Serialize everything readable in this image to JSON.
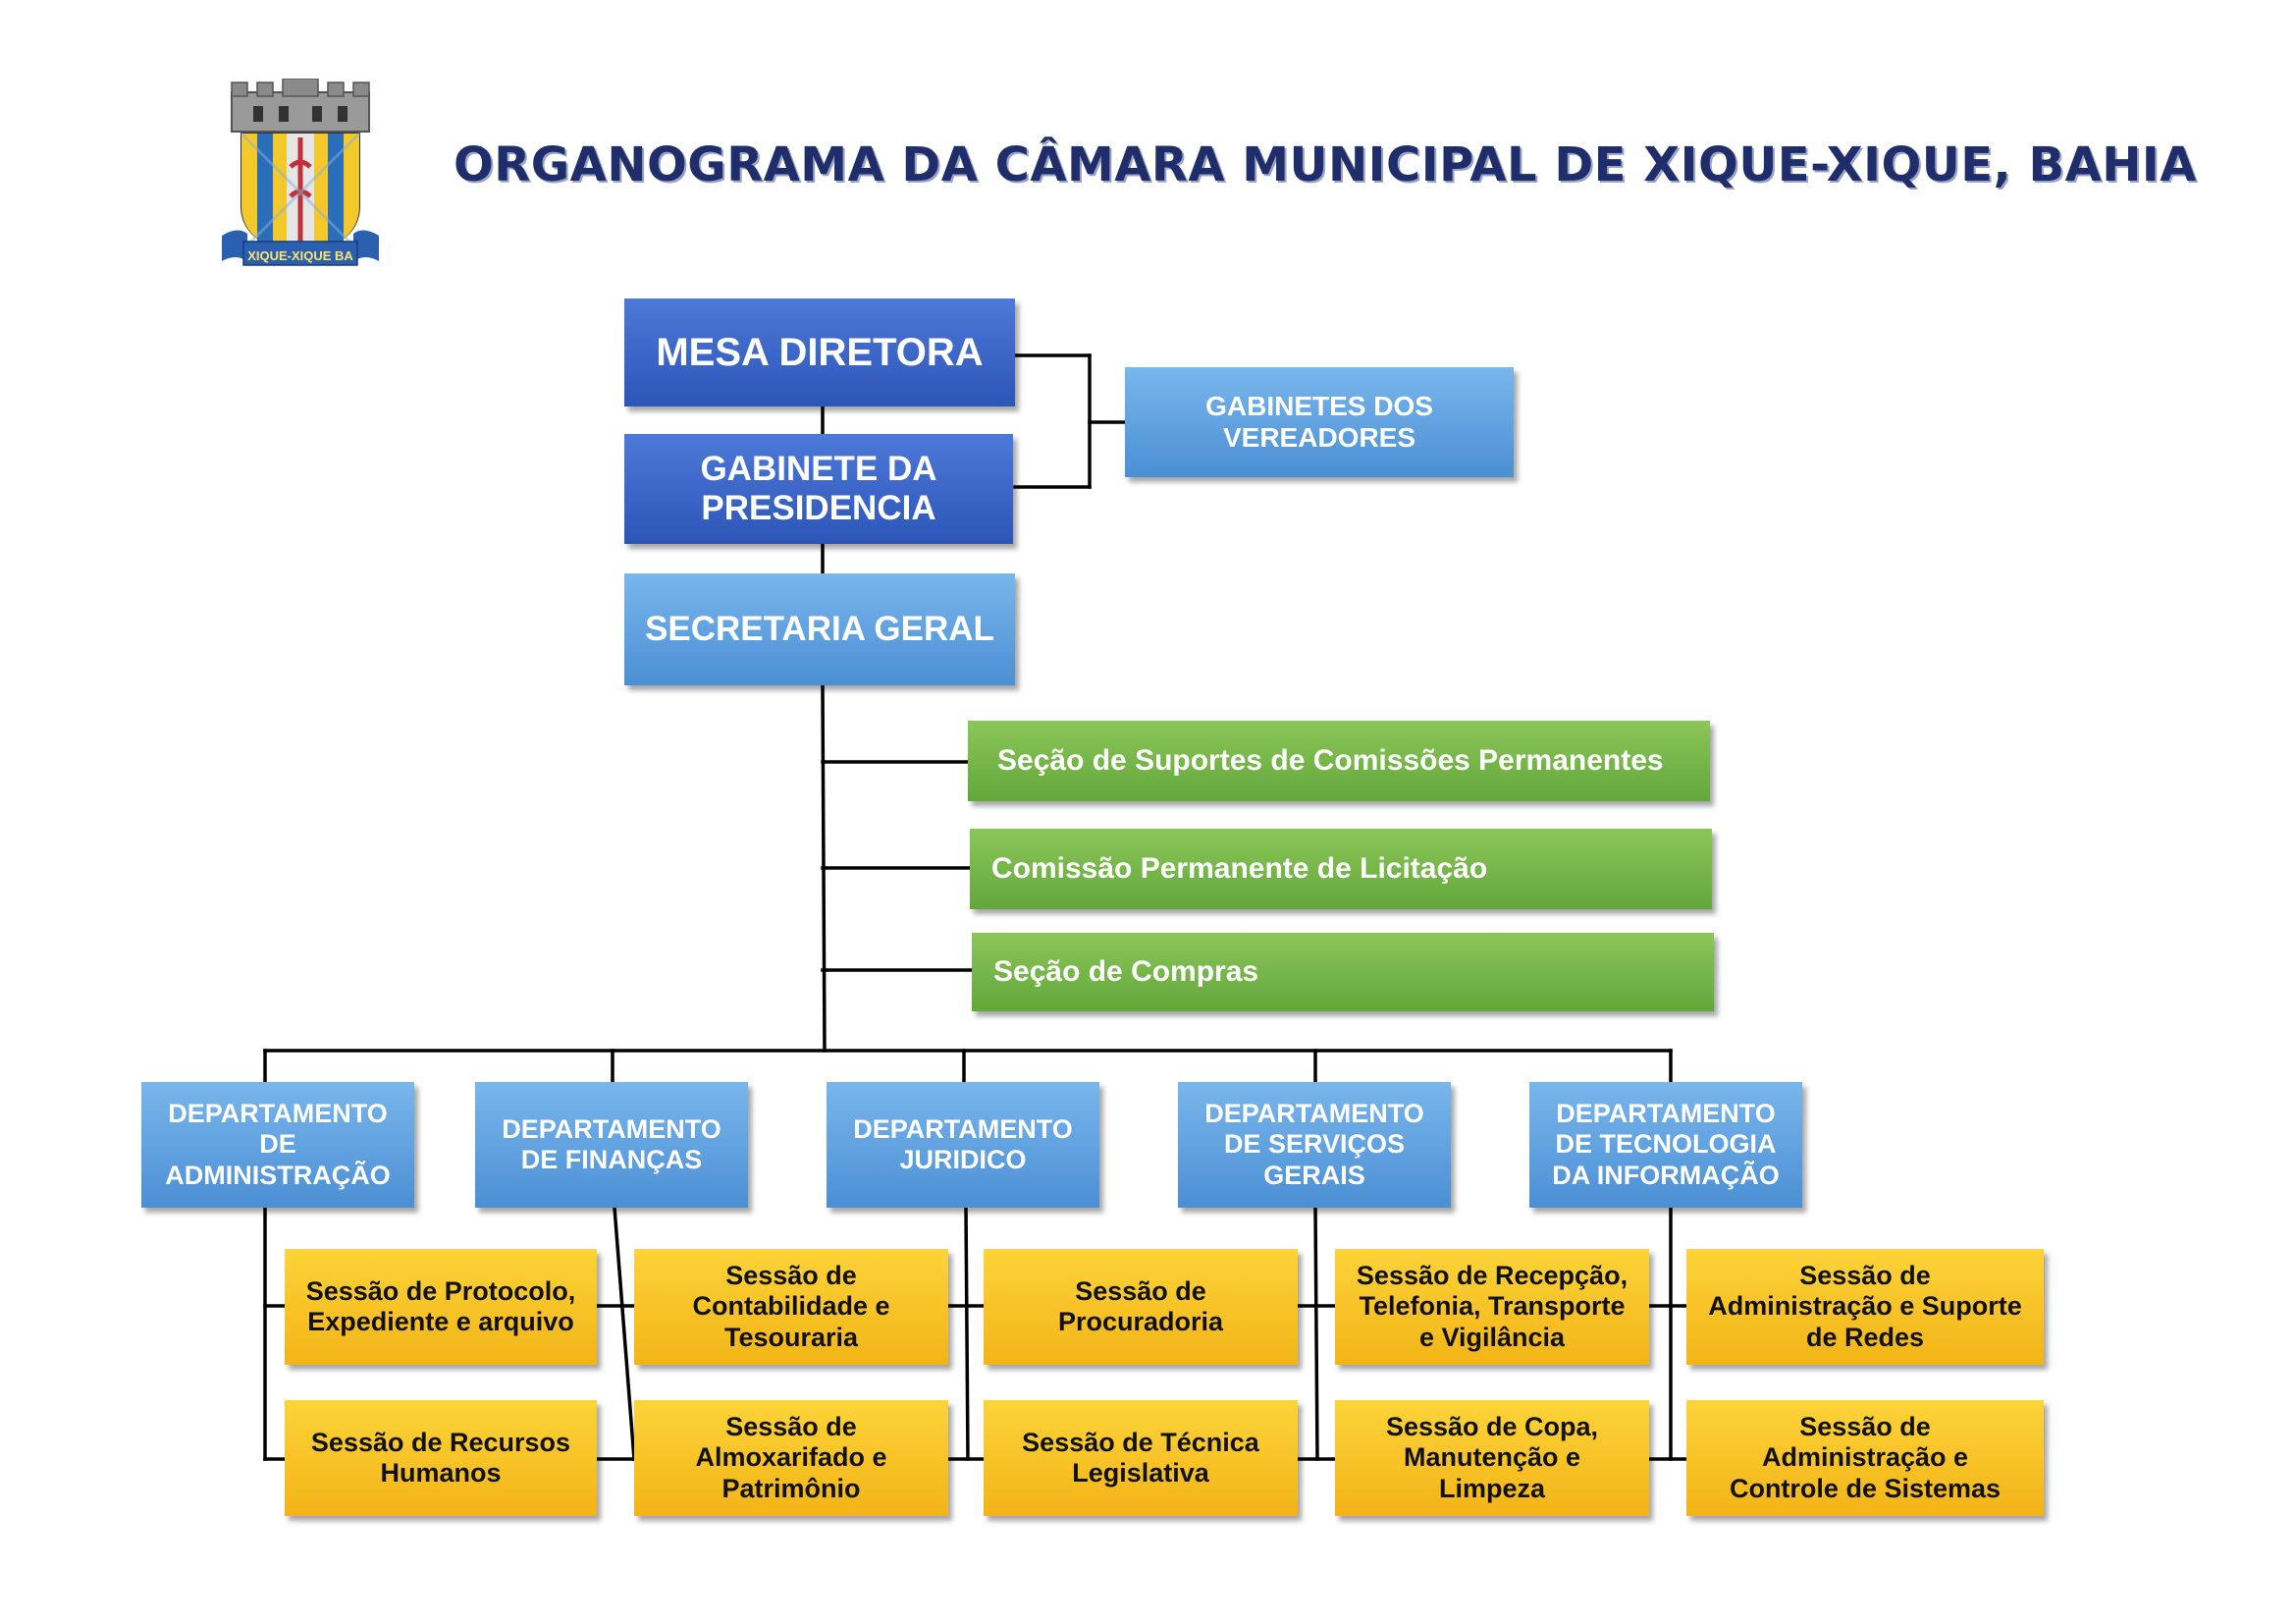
{
  "title": "ORGANOGRAMA DA CÂMARA MUNICIPAL DE XIQUE-XIQUE, BAHIA",
  "crest": {
    "icon": "municipal-coat-of-arms",
    "ribbon_text": "XIQUE-XIQUE BA"
  },
  "colors": {
    "dark_blue": "#3a64c8",
    "light_blue": "#5e9fe0",
    "green": "#74b54a",
    "yellow": "#f7c324",
    "title": "#1f2e6b"
  },
  "top": {
    "mesa": "MESA DIRETORA",
    "gabinete_presidencia": "GABINETE DA\nPRESIDENCIA",
    "gabinetes_vereadores": "GABINETES DOS\nVEREADORES",
    "secretaria": "SECRETARIA GERAL"
  },
  "sections": [
    "Seção de Suportes de Comissões Permanentes",
    "Comissão Permanente de Licitação",
    "Seção de Compras"
  ],
  "departments": [
    {
      "name": "DEPARTAMENTO\nDE\nADMINISTRAÇÃO",
      "units": [
        "Sessão de Protocolo,\nExpediente e arquivo",
        "Sessão de Recursos\nHumanos"
      ]
    },
    {
      "name": "DEPARTAMENTO\nDE FINANÇAS",
      "units": [
        "Sessão de\nContabilidade e\nTesouraria",
        "Sessão de\nAlmoxarifado e\nPatrimônio"
      ]
    },
    {
      "name": "DEPARTAMENTO\nJURIDICO",
      "units": [
        "Sessão de\nProcuradoria",
        "Sessão de Técnica\nLegislativa"
      ]
    },
    {
      "name": "DEPARTAMENTO\nDE SERVIÇOS\nGERAIS",
      "units": [
        "Sessão de Recepção,\nTelefonia, Transporte\ne Vigilância",
        "Sessão de Copa,\nManutenção e\nLimpeza"
      ]
    },
    {
      "name": "DEPARTAMENTO\nDE TECNOLOGIA\nDA INFORMAÇÃO",
      "units": [
        "Sessão de\nAdministração e Suporte\nde Redes",
        "Sessão de\nAdministração e\nControle de Sistemas"
      ]
    }
  ]
}
